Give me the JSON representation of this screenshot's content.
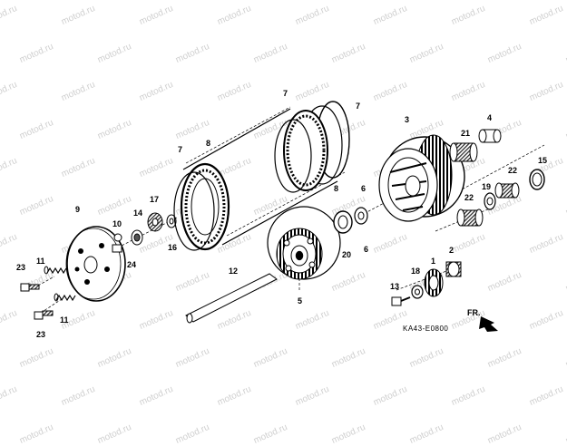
{
  "watermark": {
    "text": "motod.ru"
  },
  "diagram": {
    "code": "KA43-E0800",
    "direction_label": "FR.",
    "callouts": {
      "p1": "1",
      "p2": "2",
      "p3": "3",
      "p4": "4",
      "p5": "5",
      "p6a": "6",
      "p6b": "6",
      "p7a": "7",
      "p7b": "7",
      "p7c": "7",
      "p8a": "8",
      "p8b": "8",
      "p9": "9",
      "p10": "10",
      "p11a": "11",
      "p11b": "11",
      "p12": "12",
      "p13": "13",
      "p14": "14",
      "p15": "15",
      "p16": "16",
      "p17": "17",
      "p18": "18",
      "p19": "19",
      "p20": "20",
      "p21": "21",
      "p22a": "22",
      "p22b": "22",
      "p23a": "23",
      "p23b": "23",
      "p24": "24"
    }
  }
}
